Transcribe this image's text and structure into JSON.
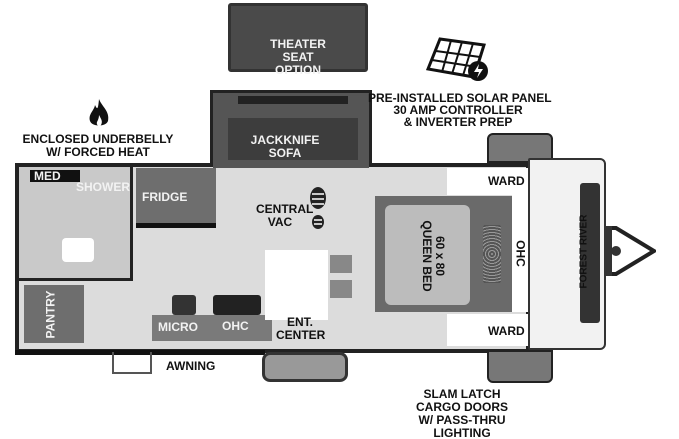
{
  "labels": {
    "theater_seat": "THEATER SEAT OPTION",
    "solar_line1": "PRE-INSTALLED SOLAR PANEL",
    "solar_line2": "30 AMP CONTROLLER",
    "solar_line3": "& INVERTER PREP",
    "underbelly_line1": "ENCLOSED UNDERBELLY",
    "underbelly_line2": "W/ FORCED HEAT",
    "sofa_line1": "JACKKNIFE",
    "sofa_line2": "SOFA",
    "med": "MED",
    "shower": "SHOWER",
    "fridge": "FRIDGE",
    "central_vac_line1": "CENTRAL",
    "central_vac_line2": "VAC",
    "bed_line1": "60 x 80",
    "bed_line2": "QUEEN BED",
    "ohc_front": "OHC",
    "ward_top": "WARD",
    "ward_bottom": "WARD",
    "brand": "FOREST RIVER",
    "pantry": "PANTRY",
    "micro": "MICRO",
    "ohc_kitchen": "OHC",
    "ent_line1": "ENT.",
    "ent_line2": "CENTER",
    "awning": "AWNING",
    "cargo_line1": "SLAM LATCH",
    "cargo_line2": "CARGO DOORS",
    "cargo_line3": "W/ PASS-THRU",
    "cargo_line4": "LIGHTING"
  },
  "icons": [
    "flame-icon",
    "solar-panel-icon",
    "boot-print-icon",
    "hitch-icon"
  ],
  "colors": {
    "wall": "#2a2a2a",
    "floor": "#d9d9d9",
    "cabinet": "#6e6e6e",
    "furniture": "#4a4a4a"
  }
}
